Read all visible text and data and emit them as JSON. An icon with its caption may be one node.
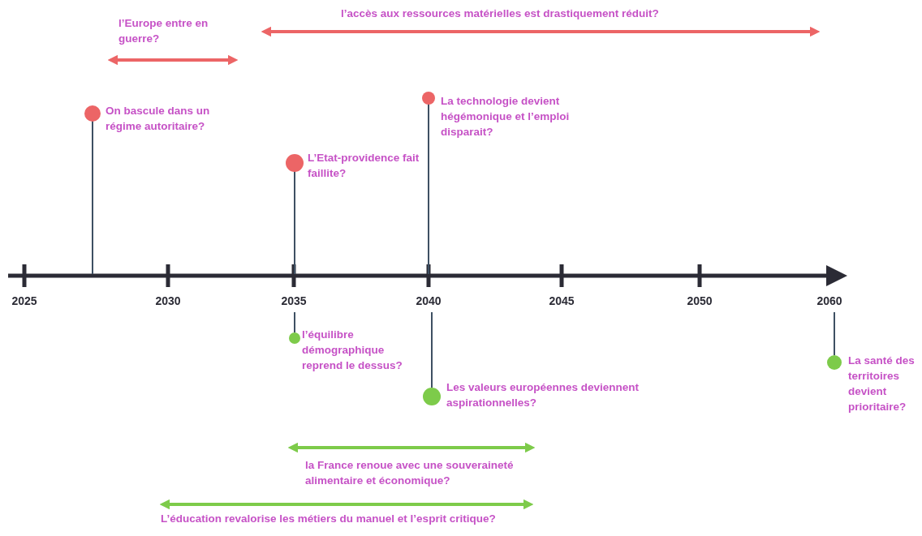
{
  "diagram": {
    "nodes": [
      {
        "text": [],
        "shape": "circle",
        "beside": [
          "On bascule dans un régime autoritaire?"
        ]
      },
      {
        "text": [],
        "shape": "circle",
        "beside": [
          "La technologie devient hégémonique et l’emploi disparait?"
        ]
      },
      {
        "text": [],
        "shape": "circle",
        "beside": [
          "L’Etat-providence fait faillite?"
        ]
      },
      {
        "text": [
          "2025"
        ]
      },
      {
        "text": [
          "2030"
        ]
      },
      {
        "text": [
          "2035"
        ]
      },
      {
        "text": [
          "2040"
        ]
      },
      {
        "text": [
          "2045"
        ]
      },
      {
        "text": [
          "2050"
        ]
      },
      {
        "text": [
          "2060"
        ]
      },
      {
        "text": [],
        "shape": "circle",
        "beside": [
          "l’équilibre démographique reprend le dessus?"
        ]
      },
      {
        "text": [],
        "shape": "circle",
        "beside": [
          "Les valeurs européennes deviennent aspirationnelles?"
        ]
      },
      {
        "text": [],
        "shape": "circle",
        "beside": [
          "La santé des territoires devient prioritaire?"
        ]
      }
    ],
    "edges": [
      {
        "from": 5,
        "to": 10,
        "arrow": "none"
      },
      {
        "from": 6,
        "to": 11,
        "arrow": "none"
      },
      {
        "from": 9,
        "to": 12,
        "arrow": "none"
      }
    ],
    "labels": [
      "l’Europe entre en guerre?",
      "l’accès aux ressources matérielles est drastiquement réduit?",
      "la France renoue avec une souveraineté alimentaire et économique?",
      "L’éducation revalorise les métiers du manuel et l’esprit critique?"
    ]
  }
}
